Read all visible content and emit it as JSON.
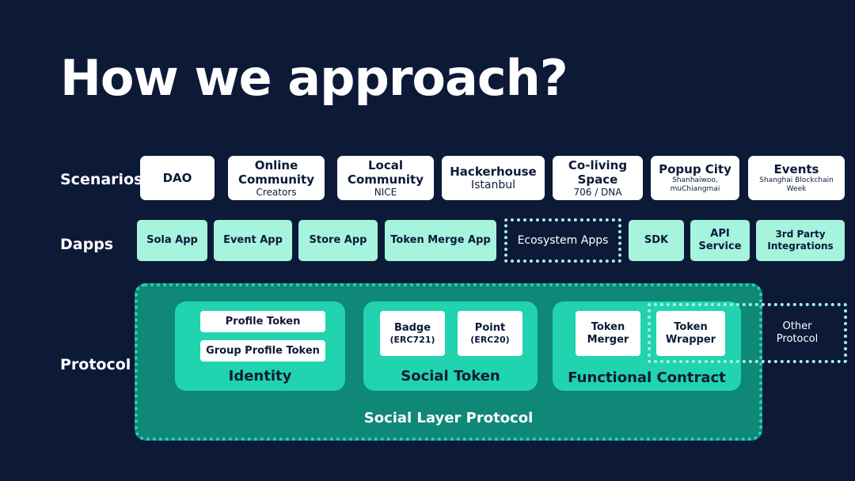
{
  "title": "How we approach?",
  "rows": {
    "scenarios": "Scenarios",
    "dapps": "Dapps",
    "protocol": "Protocol"
  },
  "scenarios": [
    {
      "title": "DAO"
    },
    {
      "title": "Online Community",
      "sub": "Creators"
    },
    {
      "title": "Local Community",
      "sub": "NICE"
    },
    {
      "title": "Hackerhouse",
      "sub": "Istanbul"
    },
    {
      "title": "Co-living Space",
      "sub": "706 / DNA"
    },
    {
      "title": "Popup City",
      "sub": "Shanhaiwoo, muChiangmai"
    },
    {
      "title": "Events",
      "sub": "Shanghai Blockchain Week"
    }
  ],
  "dapps": [
    "Sola App",
    "Event App",
    "Store App",
    "Token Merge App",
    "Ecosystem Apps",
    "SDK",
    "API Service",
    "3rd Party Integrations"
  ],
  "protocol": {
    "identity": {
      "label": "Identity",
      "items": [
        "Profile Token",
        "Group Profile Token"
      ]
    },
    "social_token": {
      "label": "Social Token",
      "items": [
        {
          "name": "Badge",
          "std": "(ERC721)"
        },
        {
          "name": "Point",
          "std": "(ERC20)"
        }
      ]
    },
    "functional_contract": {
      "label": "Functional Contract",
      "items": [
        "Token Merger",
        "Token Wrapper"
      ]
    },
    "other": "Other Protocol",
    "base": "Social Layer Protocol"
  },
  "colors": {
    "background": "#0c1a38",
    "dapp_fill": "#a6f3de",
    "protocol_fill": "#0f8878",
    "group_fill": "#21d3ae"
  }
}
